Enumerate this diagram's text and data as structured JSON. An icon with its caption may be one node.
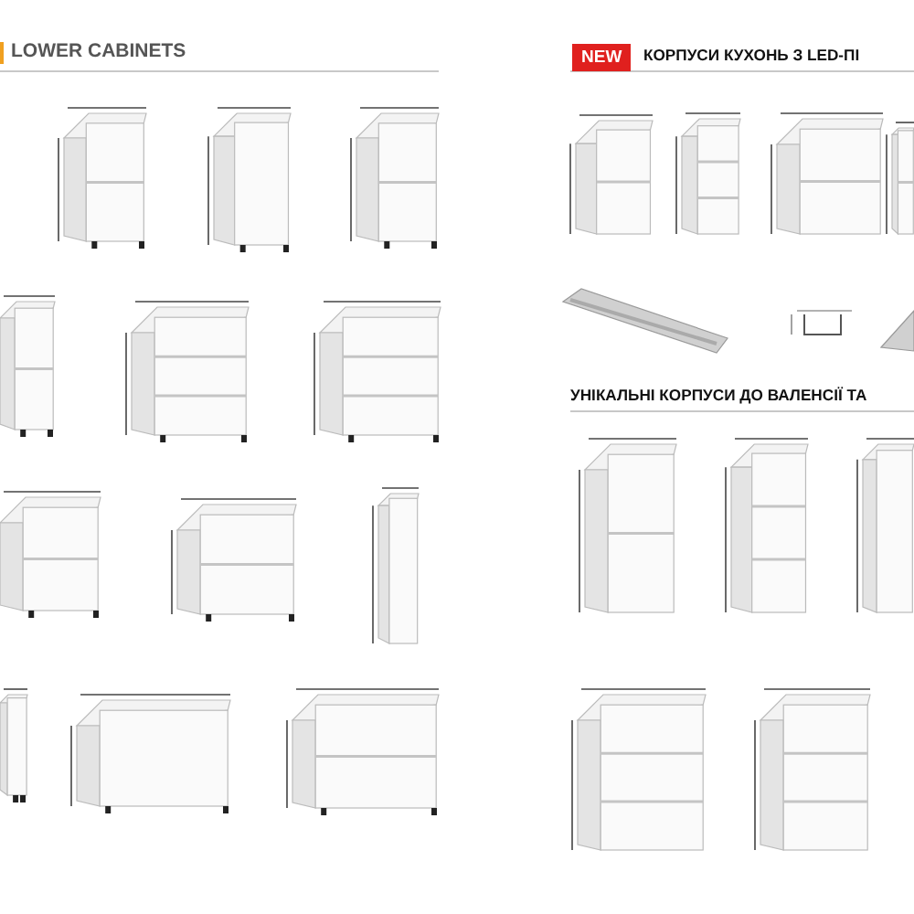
{
  "diagram": {
    "labels": [
      "LOWER CABINETS",
      "NEW",
      "КОРПУСИ КУХОНЬ З LED-ПІ",
      "УНІКАЛЬНІ КОРПУСИ ДО ВАЛЕНСІЇ ТА"
    ]
  }
}
